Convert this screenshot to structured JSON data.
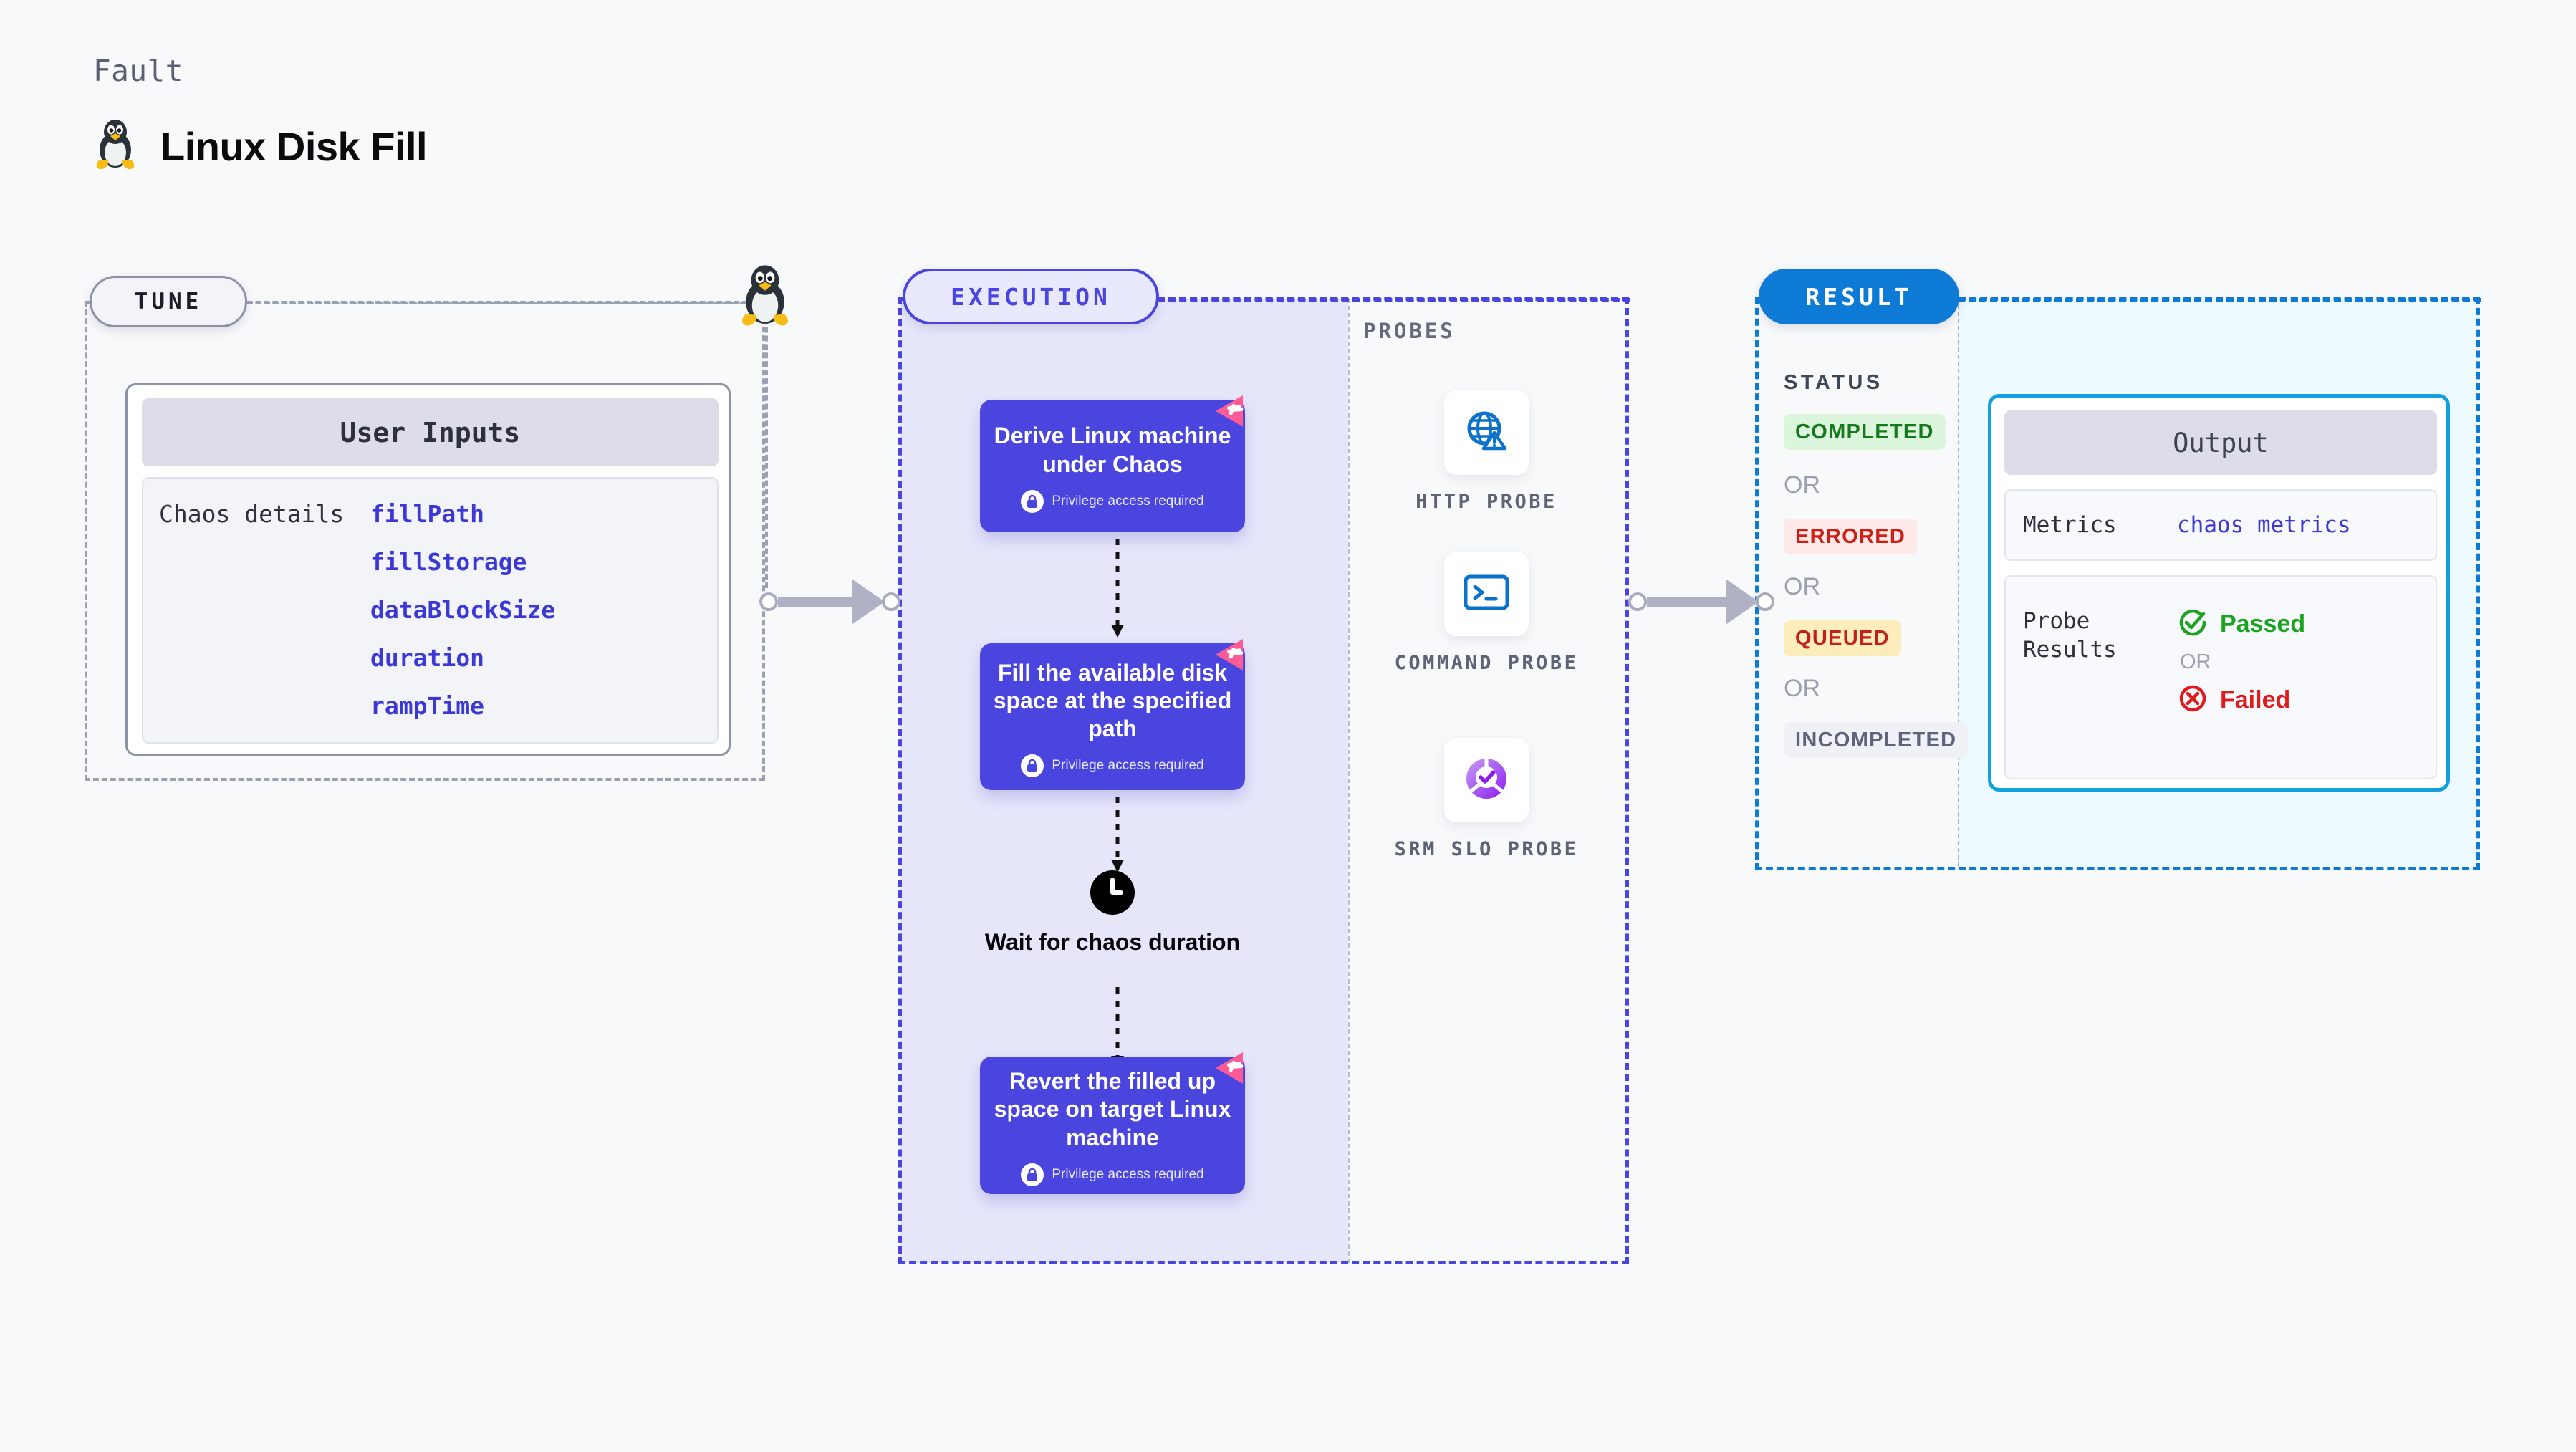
{
  "header": {
    "eyebrow": "Fault",
    "title": "Linux Disk Fill",
    "icon": "linux-penguin-icon"
  },
  "tune": {
    "pill_label": "TUNE",
    "card_title": "User Inputs",
    "section_label": "Chaos details",
    "params": [
      "fillPath",
      "fillStorage",
      "dataBlockSize",
      "duration",
      "rampTime"
    ],
    "corner_icon": "linux-penguin-icon"
  },
  "execution": {
    "pill_label": "EXECUTION",
    "steps": [
      {
        "title": "Derive Linux machine under Chaos",
        "privilege_note": "Privilege access required",
        "badge_icon": "chaos-ribbon-icon",
        "lock_icon": "lock-icon"
      },
      {
        "title": "Fill the available disk space at the specified path",
        "privilege_note": "Privilege access required",
        "badge_icon": "chaos-ribbon-icon",
        "lock_icon": "lock-icon"
      },
      {
        "title": "Revert the filled up space on target Linux machine",
        "privilege_note": "Privilege access required",
        "badge_icon": "chaos-ribbon-icon",
        "lock_icon": "lock-icon"
      }
    ],
    "wait_node": {
      "label": "Wait for chaos duration",
      "icon": "clock-icon"
    }
  },
  "probes": {
    "title": "PROBES",
    "items": [
      {
        "label": "HTTP PROBE",
        "icon": "globe-warning-icon"
      },
      {
        "label": "COMMAND PROBE",
        "icon": "terminal-icon"
      },
      {
        "label": "SRM SLO PROBE",
        "icon": "slo-donut-check-icon"
      }
    ]
  },
  "result": {
    "pill_label": "RESULT",
    "status_title": "STATUS",
    "or_label": "OR",
    "statuses": [
      {
        "label": "COMPLETED",
        "bg": "#dcf5dd",
        "fg": "#167a1d"
      },
      {
        "label": "ERRORED",
        "bg": "#fde9e7",
        "fg": "#cb2018"
      },
      {
        "label": "QUEUED",
        "bg": "#fdedba",
        "fg": "#c0211c"
      },
      {
        "label": "INCOMPLETED",
        "bg": "#f0f1f6",
        "fg": "#5c637a"
      }
    ],
    "output": {
      "title": "Output",
      "metrics_key": "Metrics",
      "metrics_value": "chaos metrics",
      "probe_results_key": "Probe Results",
      "passed_label": "Passed",
      "failed_label": "Failed",
      "or_label": "OR",
      "passed_icon": "check-circle-icon",
      "failed_icon": "x-circle-icon"
    }
  },
  "colors": {
    "execution_purple": "#4b45e0",
    "result_blue": "#0d7ad6",
    "output_cyan": "#12a0e0",
    "chaos_pink": "#fb5c95",
    "passed_green": "#1aa31f",
    "failed_red": "#e01b1b",
    "param_indigo": "#3b38d6",
    "canvas_bg": "#f8f9fb"
  }
}
